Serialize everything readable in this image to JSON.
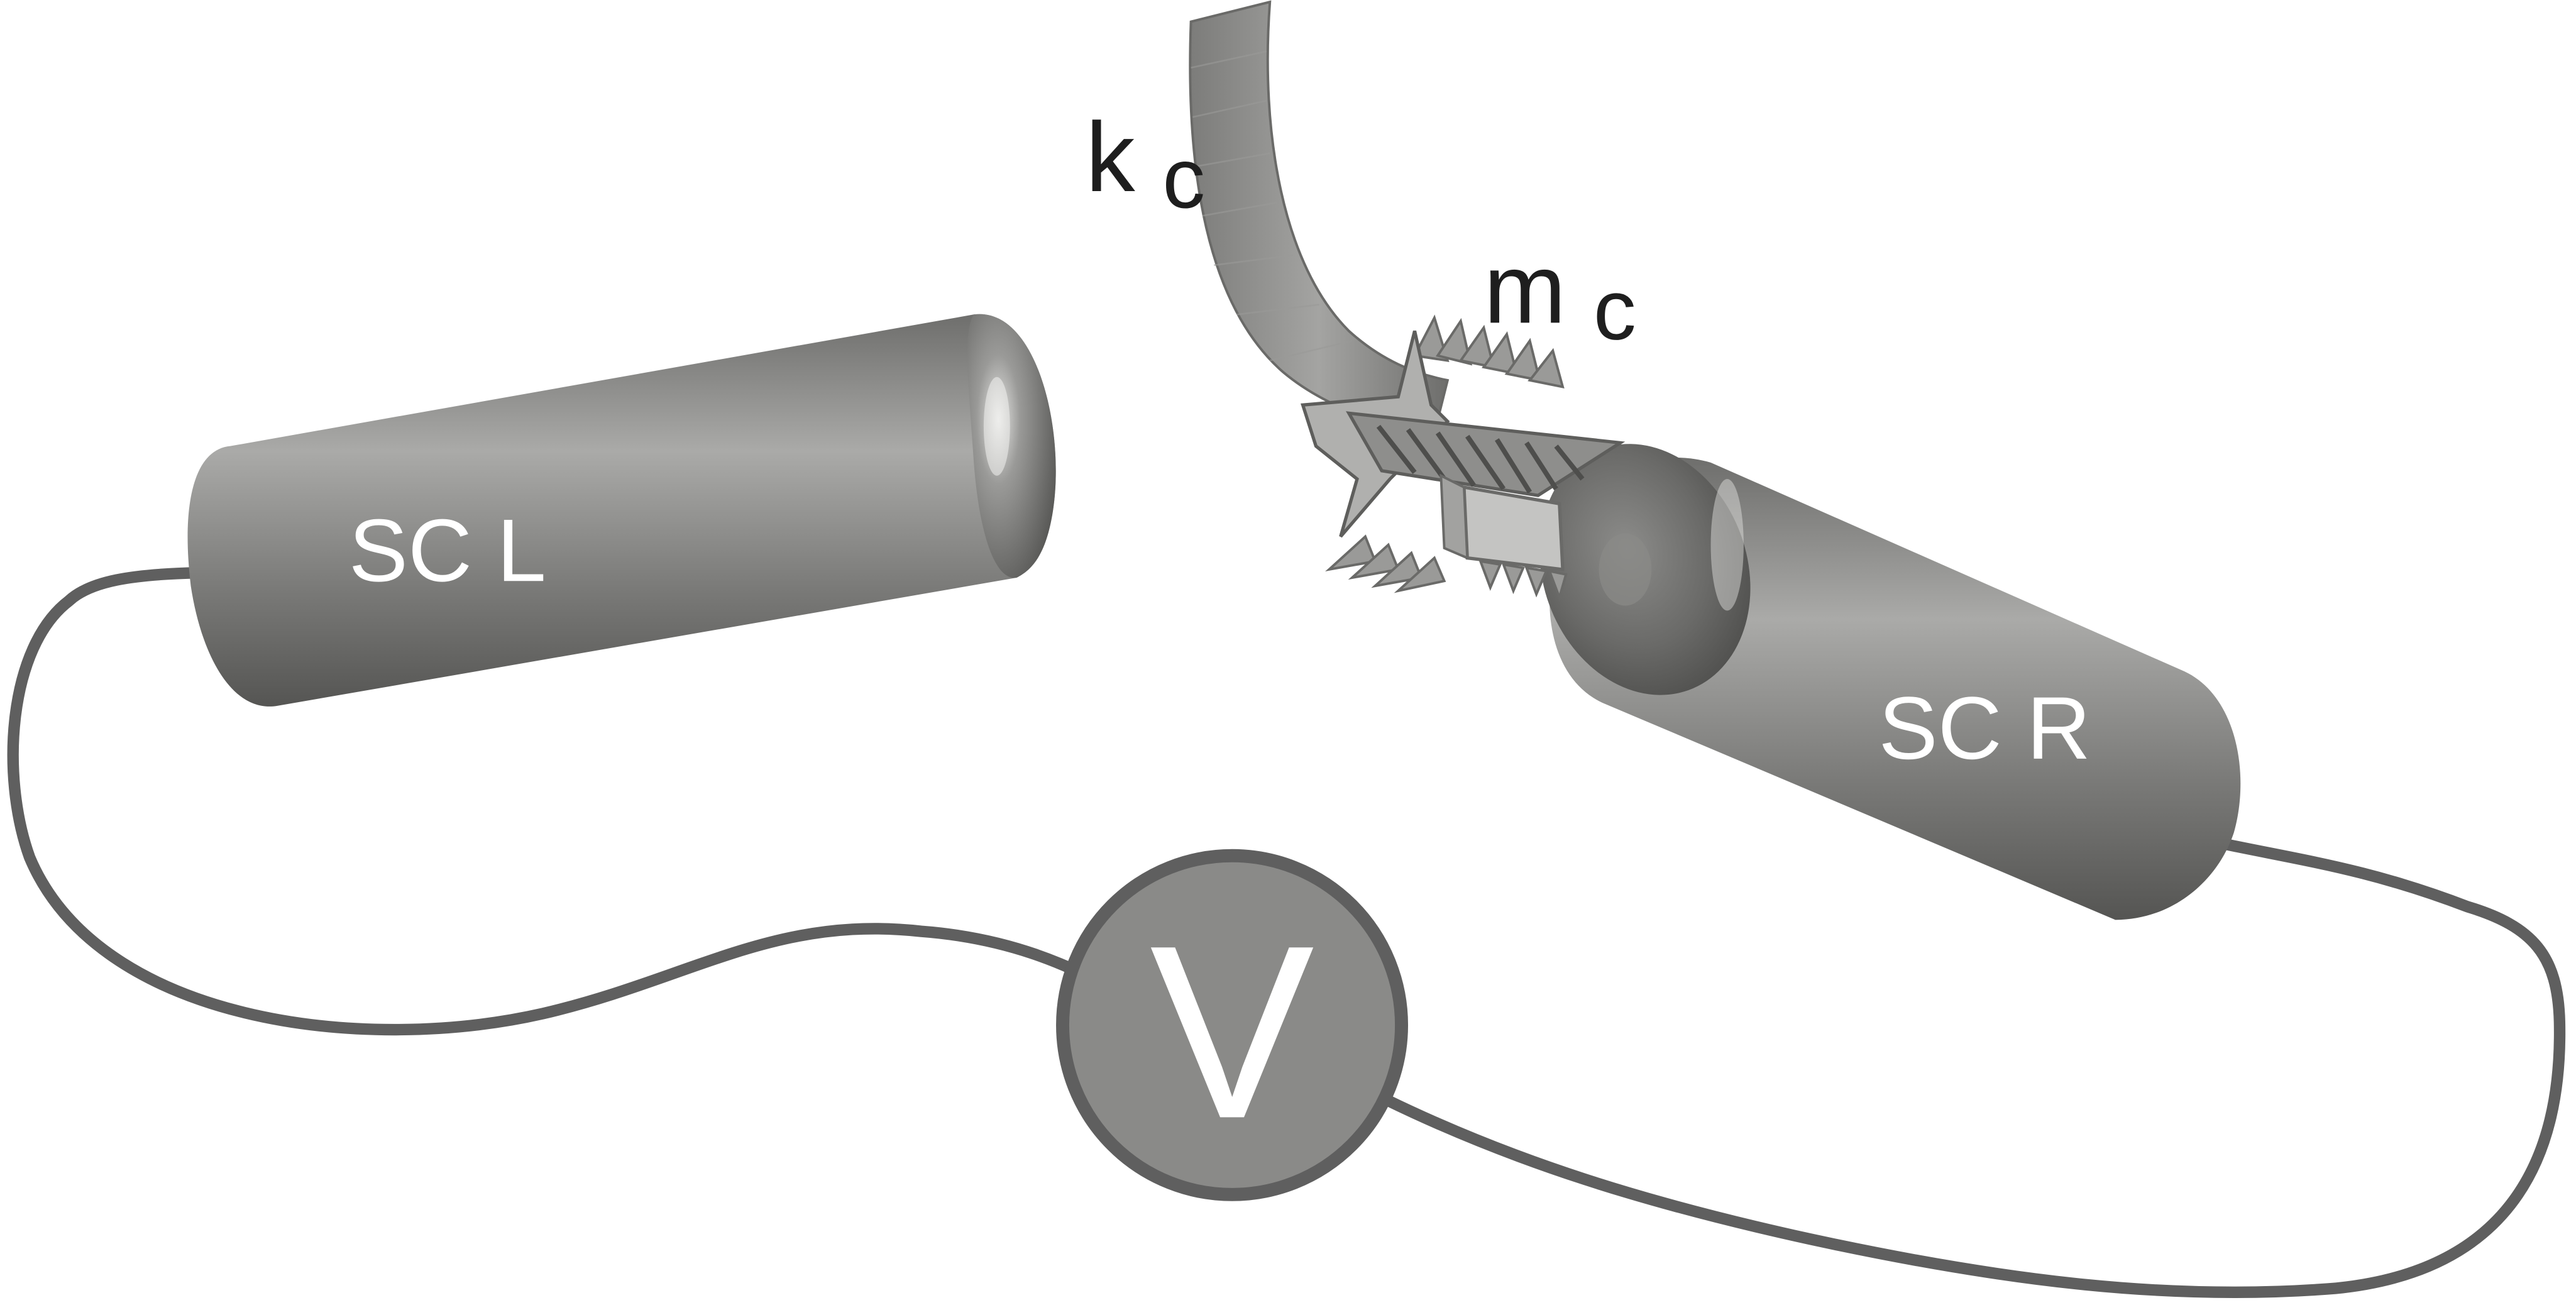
{
  "diagram": {
    "left_cylinder_label": "SC L",
    "right_cylinder_label": "SC R",
    "voltmeter_label": "V",
    "spring_label_main": "k",
    "spring_label_sub": "c",
    "mass_label_main": "m",
    "mass_label_sub": "c"
  },
  "colors": {
    "wire": "#5f5f5f",
    "cylinder_dark": "#585856",
    "cylinder_mid": "#8a8a88",
    "cylinder_light": "#b6b6b4",
    "voltmeter_fill": "#8a8a88",
    "voltmeter_ring": "#5f5f5f",
    "spring": "#8c8c8a",
    "molecule": "#a8a8a6"
  },
  "icons": {
    "molecule": "star-shaped-molecule-icon",
    "voltmeter": "voltmeter-icon"
  }
}
